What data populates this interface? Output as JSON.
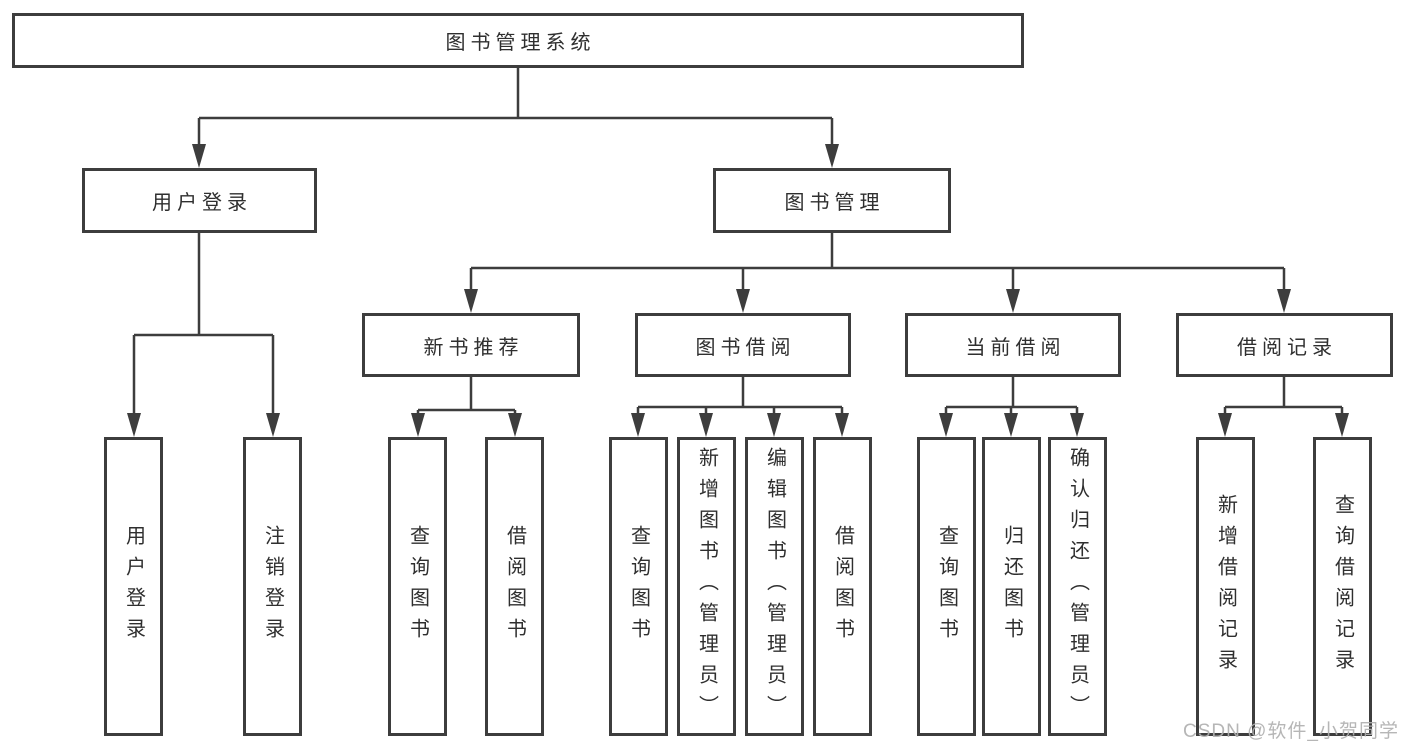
{
  "tree": {
    "root": {
      "label": "图书管理系统"
    },
    "level2": [
      {
        "label": "用户登录",
        "children": [
          {
            "label": "用户登录"
          },
          {
            "label": "注销登录"
          }
        ]
      },
      {
        "label": "图书管理",
        "children": [
          {
            "label": "新书推荐",
            "children": [
              {
                "label": "查询图书"
              },
              {
                "label": "借阅图书"
              }
            ]
          },
          {
            "label": "图书借阅",
            "children": [
              {
                "label": "查询图书"
              },
              {
                "label": "新增图书（管理员）"
              },
              {
                "label": "编辑图书（管理员）"
              },
              {
                "label": "借阅图书"
              }
            ]
          },
          {
            "label": "当前借阅",
            "children": [
              {
                "label": "查询图书"
              },
              {
                "label": "归还图书"
              },
              {
                "label": "确认归还（管理员）"
              }
            ]
          },
          {
            "label": "借阅记录",
            "children": [
              {
                "label": "新增借阅记录"
              },
              {
                "label": "查询借阅记录"
              }
            ]
          }
        ]
      }
    ]
  },
  "watermark": "CSDN @软件_小贺同学",
  "colors": {
    "line": "#3d3d3d",
    "text": "#2f2f2f",
    "box_fill": "#ffffff",
    "watermark": "#b0b0b0",
    "background": "#ffffff"
  }
}
